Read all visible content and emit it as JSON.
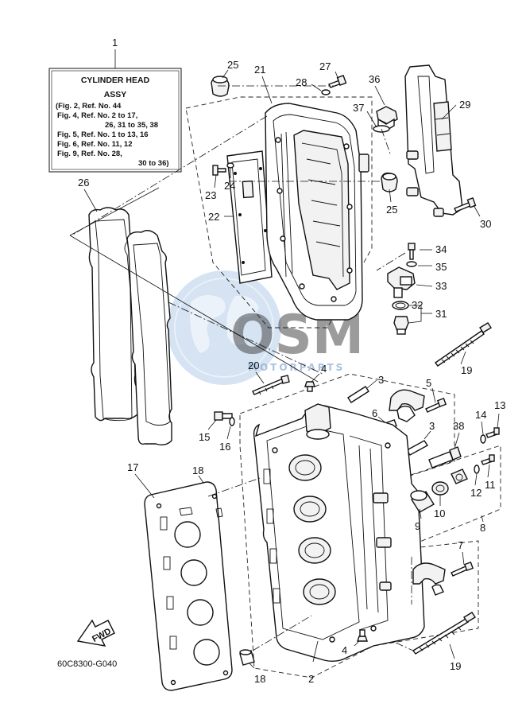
{
  "info_box": {
    "title": "CYLINDER HEAD",
    "subtitle": "ASSY",
    "lines": [
      "(Fig. 2, Ref. No. 44",
      "Fig. 4, Ref. No. 2 to 17,",
      "26, 31 to 35, 38",
      "Fig. 5, Ref. No. 1 to 13, 16",
      "Fig. 6, Ref. No. 11, 12",
      "Fig. 9, Ref. No. 28,",
      "30 to 36)"
    ]
  },
  "callouts": {
    "c1": "1",
    "c2": "2",
    "c3a": "3",
    "c3b": "3",
    "c4a": "4",
    "c4b": "4",
    "c5": "5",
    "c6": "6",
    "c7": "7",
    "c8": "8",
    "c9": "9",
    "c10": "10",
    "c11": "11",
    "c12": "12",
    "c13": "13",
    "c14": "14",
    "c15": "15",
    "c16": "16",
    "c17": "17",
    "c18a": "18",
    "c18b": "18",
    "c19a": "19",
    "c19b": "19",
    "c20": "20",
    "c21": "21",
    "c22": "22",
    "c23": "23",
    "c24": "24",
    "c25a": "25",
    "c25b": "25",
    "c26": "26",
    "c27": "27",
    "c28": "28",
    "c29": "29",
    "c30": "30",
    "c31": "31",
    "c32": "32",
    "c33": "33",
    "c34": "34",
    "c35": "35",
    "c36": "36",
    "c37": "37",
    "c38": "38"
  },
  "fwd_label": "FWD",
  "diagram_code": "60C8300-G040",
  "watermark": {
    "brand": "OSM",
    "tagline": "MOTORPARTS",
    "color": "#3f7fc4"
  }
}
